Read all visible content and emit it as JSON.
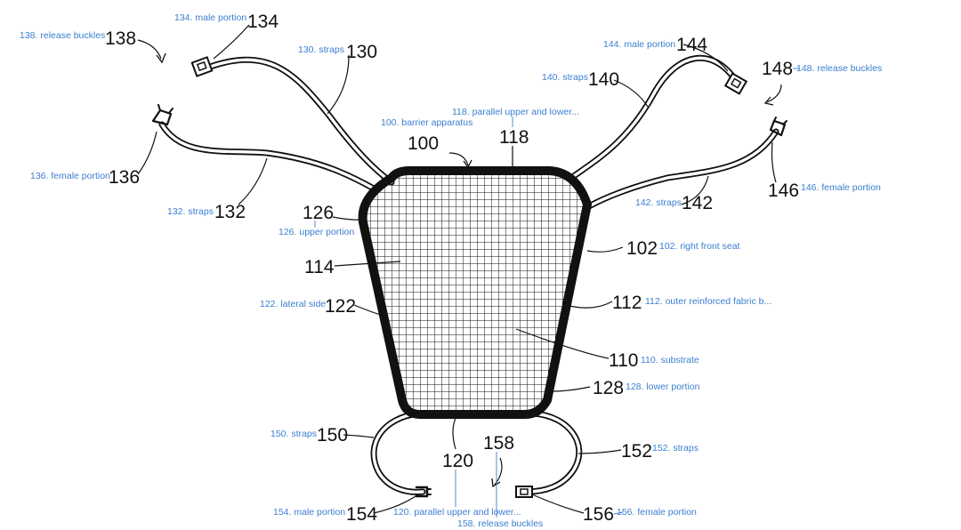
{
  "callouts": [
    {
      "id": "138",
      "number": "138",
      "label": "138. release buckles"
    },
    {
      "id": "134",
      "number": "134",
      "label": "134. male portion"
    },
    {
      "id": "130",
      "number": "130",
      "label": "130. straps"
    },
    {
      "id": "136",
      "number": "136",
      "label": "136. female portion"
    },
    {
      "id": "132",
      "number": "132",
      "label": "132. straps"
    },
    {
      "id": "126",
      "number": "126",
      "label": "126. upper portion"
    },
    {
      "id": "114",
      "number": "114",
      "label": ""
    },
    {
      "id": "122",
      "number": "122",
      "label": "122. lateral side"
    },
    {
      "id": "100",
      "number": "100",
      "label": "100. barrier apparatus"
    },
    {
      "id": "118",
      "number": "118",
      "label": "118. parallel upper and lower..."
    },
    {
      "id": "144",
      "number": "144",
      "label": "144. male portion"
    },
    {
      "id": "148",
      "number": "148",
      "label": "148. release buckles"
    },
    {
      "id": "140",
      "number": "140",
      "label": "140. straps"
    },
    {
      "id": "142",
      "number": "142",
      "label": "142. straps"
    },
    {
      "id": "146",
      "number": "146",
      "label": "146. female portion"
    },
    {
      "id": "102",
      "number": "102",
      "label": "102. right front seat"
    },
    {
      "id": "112",
      "number": "112",
      "label": "112. outer reinforced fabric b..."
    },
    {
      "id": "110",
      "number": "110",
      "label": "110. substrate"
    },
    {
      "id": "128",
      "number": "128",
      "label": "128. lower portion"
    },
    {
      "id": "150",
      "number": "150",
      "label": "150. straps"
    },
    {
      "id": "152",
      "number": "152",
      "label": "152. straps"
    },
    {
      "id": "154",
      "number": "154",
      "label": "154. male portion"
    },
    {
      "id": "120",
      "number": "120",
      "label": "120. parallel upper and lower..."
    },
    {
      "id": "158",
      "number": "158",
      "label": "158. release buckles"
    },
    {
      "id": "156",
      "number": "156",
      "label": "156. female portion"
    }
  ],
  "colors": {
    "ink": "#111111",
    "label": "#3b7fd0",
    "background": "#ffffff"
  }
}
